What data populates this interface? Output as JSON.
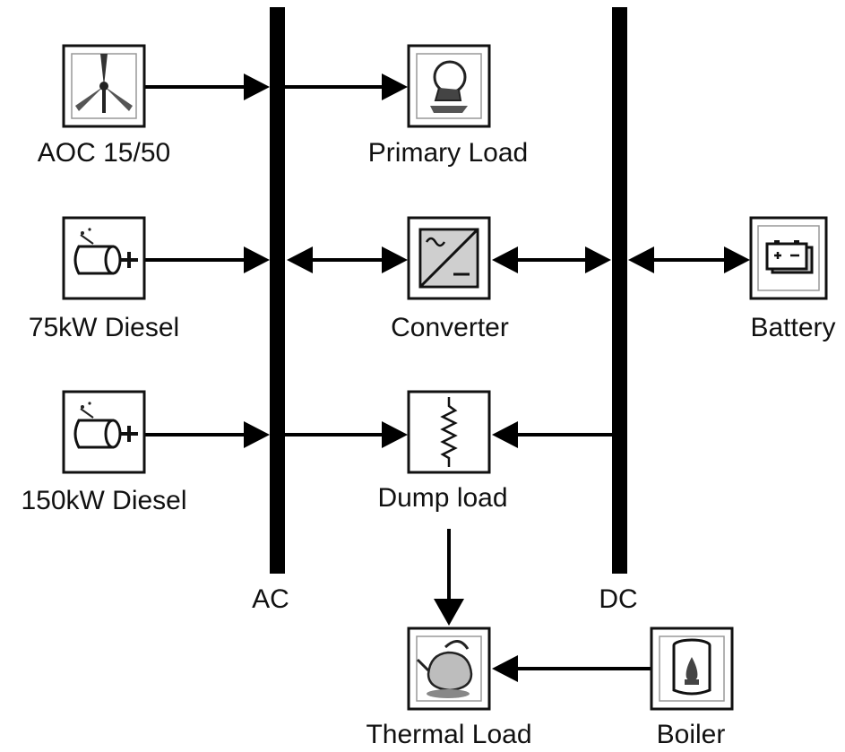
{
  "buses": {
    "ac": "AC",
    "dc": "DC"
  },
  "components": {
    "wind": {
      "label": "AOC 15/50",
      "icon": "wind-turbine-icon"
    },
    "primary_load": {
      "label": "Primary Load",
      "icon": "light-bulb-icon"
    },
    "diesel_75": {
      "label": "75kW Diesel",
      "icon": "generator-icon"
    },
    "converter": {
      "label": "Converter",
      "icon": "converter-icon"
    },
    "battery": {
      "label": "Battery",
      "icon": "battery-icon"
    },
    "diesel_150": {
      "label": "150kW Diesel",
      "icon": "generator-icon"
    },
    "dump_load": {
      "label": "Dump load",
      "icon": "resistor-icon"
    },
    "thermal_load": {
      "label": "Thermal Load",
      "icon": "kettle-icon"
    },
    "boiler": {
      "label": "Boiler",
      "icon": "boiler-icon"
    }
  }
}
